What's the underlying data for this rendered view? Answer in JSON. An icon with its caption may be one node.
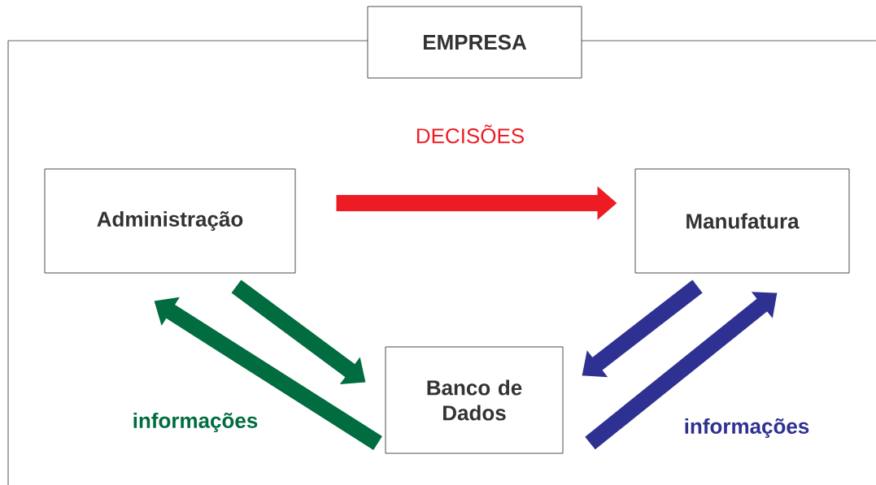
{
  "diagram": {
    "nodes": [
      {
        "text": [
          "EMPRESA"
        ]
      },
      {
        "text": [
          "Administração"
        ]
      },
      {
        "text": [
          "Manufatura"
        ]
      },
      {
        "text": [
          "Banco de Dados"
        ]
      }
    ],
    "edges": [
      {
        "from": 1,
        "to": 2,
        "arrow": "to",
        "label": "DECISÕES",
        "color": "#ed1c24"
      },
      {
        "from": 1,
        "to": 3,
        "arrow": "to",
        "color": "#006c3f"
      },
      {
        "from": 3,
        "to": 1,
        "arrow": "to",
        "label": "informações",
        "color": "#006c3f"
      },
      {
        "from": 2,
        "to": 3,
        "arrow": "to",
        "color": "#2e3192"
      },
      {
        "from": 3,
        "to": 2,
        "arrow": "to",
        "label": "informações",
        "color": "#2e3192"
      }
    ]
  }
}
